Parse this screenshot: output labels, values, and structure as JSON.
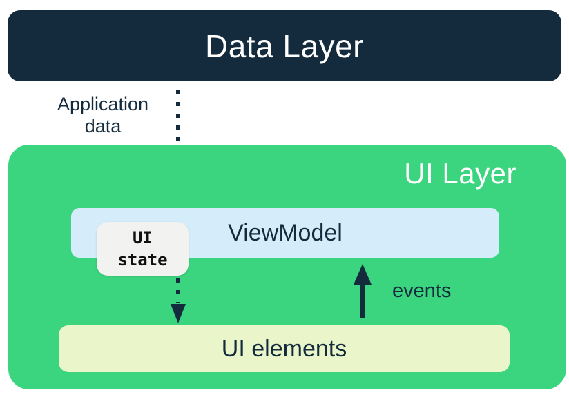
{
  "diagram": {
    "nodes": {
      "data_layer": "Data Layer",
      "ui_layer": "UI Layer",
      "viewmodel": "ViewModel",
      "ui_state_line1": "UI",
      "ui_state_line2": "state",
      "ui_elements": "UI elements"
    },
    "edges": {
      "application_data_line1": "Application",
      "application_data_line2": "data",
      "events": "events"
    },
    "colors": {
      "navy": "#132b3d",
      "green": "#3bd47f",
      "light_blue": "#d5edfb",
      "pale_yellow": "#eaf5c9",
      "ui_state_bg": "#f2f3f1",
      "text_on_dark": "#ffffff"
    }
  }
}
